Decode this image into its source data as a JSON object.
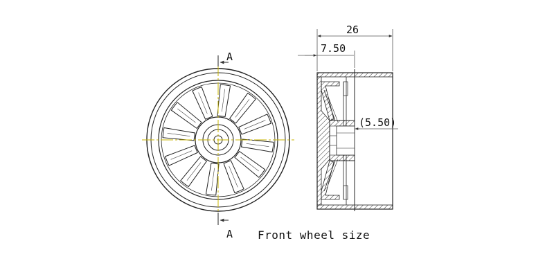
{
  "caption": "Front wheel size",
  "section_marks": {
    "top": "A",
    "bottom": "A"
  },
  "dimensions": {
    "overall_width": "26",
    "hub_offset": "7.50",
    "bore_depth": "(5.50)"
  },
  "spoke_count": 12,
  "colors": {
    "outline": "#222222",
    "centerline": "#c8b400",
    "dimension_line": "#555555",
    "hatch": "#333333"
  }
}
